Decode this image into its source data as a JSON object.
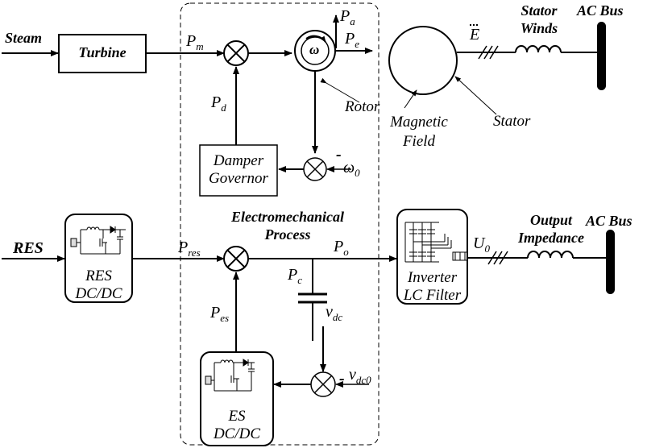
{
  "inputs": {
    "steam": "Steam",
    "res": "RES"
  },
  "blocks": {
    "turbine": "Turbine",
    "damper_line1": "Damper",
    "damper_line2": "Governor",
    "res_line1": "RES",
    "res_line2": "DC/DC",
    "es_line1": "ES",
    "es_line2": "DC/DC",
    "inverter_line1": "Inverter",
    "inverter_line2": "LC Filter"
  },
  "region": {
    "line1": "Electromechanical",
    "line2": "Process"
  },
  "generator": {
    "omega": "ω",
    "rotor": "Rotor",
    "magnetic_line1": "Magnetic",
    "magnetic_line2": "Field",
    "stator": "Stator",
    "stator_winds_line1": "Stator",
    "stator_winds_line2": "Winds",
    "ac_bus_top": "AC Bus",
    "emf": "E"
  },
  "output": {
    "impedance_line1": "Output",
    "impedance_line2": "Impedance",
    "ac_bus_bottom": "AC Bus",
    "voltage": "U",
    "voltage_sub": "0"
  },
  "signals": {
    "pm": {
      "sym": "P",
      "sub": "m"
    },
    "pa": {
      "sym": "P",
      "sub": "a"
    },
    "pe": {
      "sym": "P",
      "sub": "e"
    },
    "pd": {
      "sym": "P",
      "sub": "d"
    },
    "omega0": {
      "sym": "ω",
      "sub": "0"
    },
    "pres": {
      "sym": "P",
      "sub": "res"
    },
    "po": {
      "sym": "P",
      "sub": "o"
    },
    "pc": {
      "sym": "P",
      "sub": "c"
    },
    "pes": {
      "sym": "P",
      "sub": "es"
    },
    "vdc": {
      "sym": "v",
      "sub": "dc"
    },
    "vdc0": {
      "sym": "v",
      "sub": "dc0"
    }
  },
  "signs": {
    "minus": "-"
  }
}
